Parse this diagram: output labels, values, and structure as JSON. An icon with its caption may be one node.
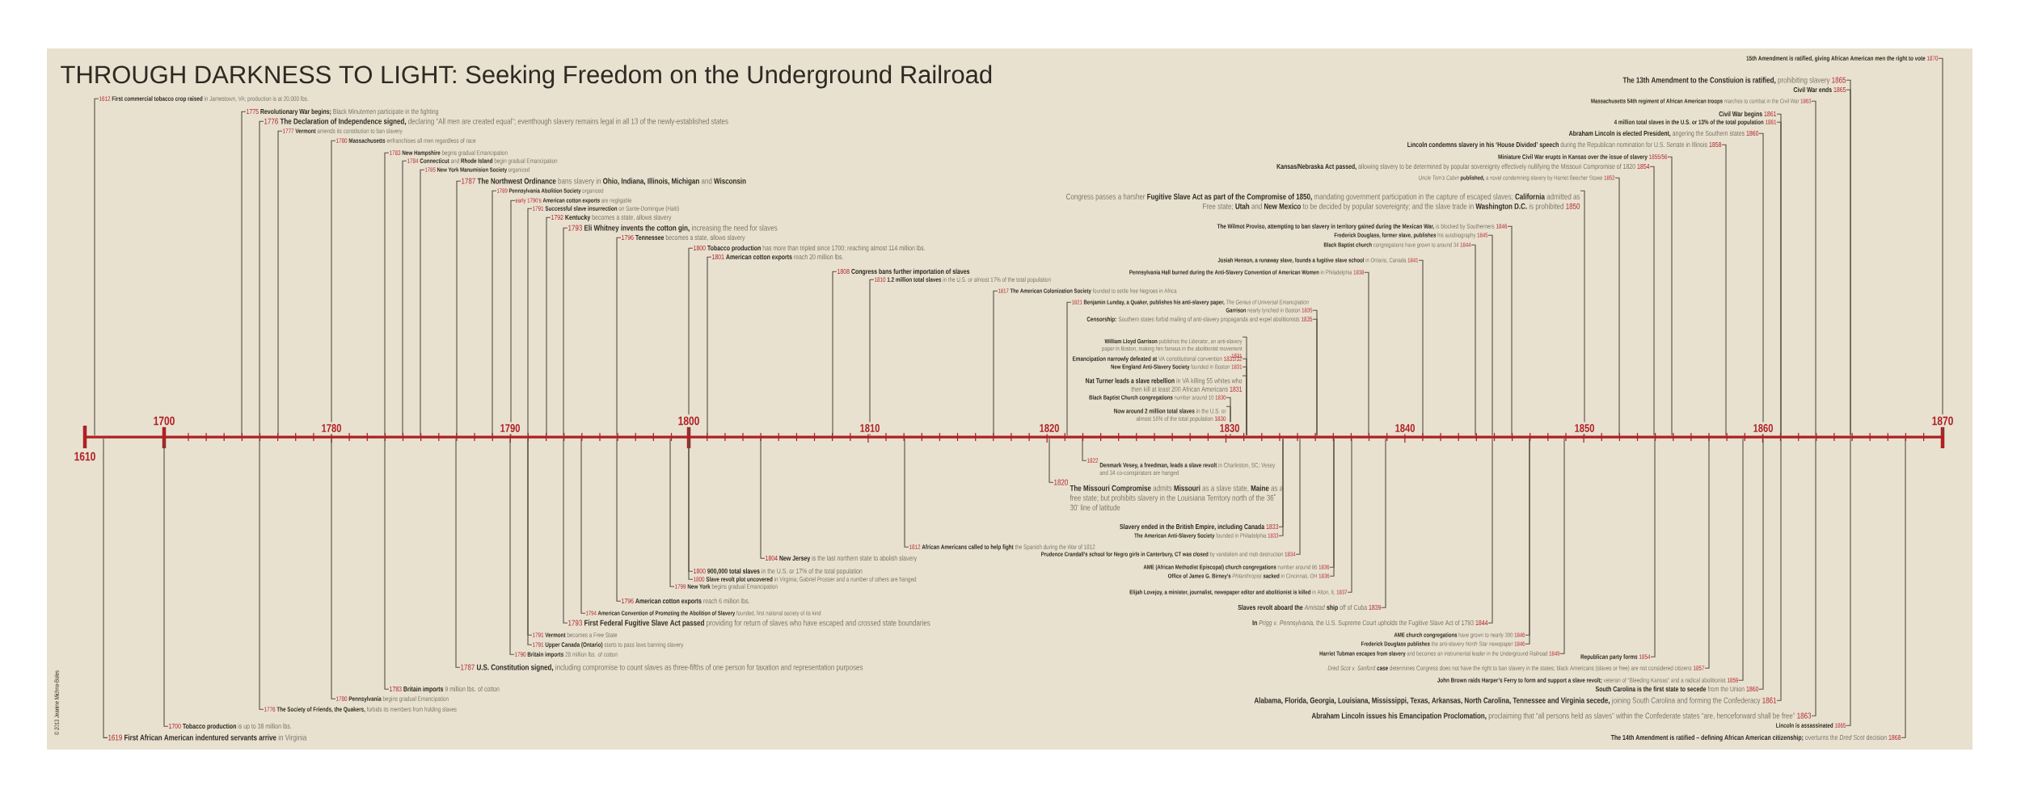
{
  "diagram": {
    "title": "THROUGH DARKNESS TO LIGHT: Seeking Freedom on the Underground Railroad",
    "nodes": [
      {
        "text": [
          "1612",
          "**First commercial tobacco crop raised** in Jamestown, VA; production is at 20,000 lbs."
        ]
      },
      {
        "text": [
          "1775",
          "**Revolutionary War begins;** Black Minutemen participate in the fighting"
        ]
      },
      {
        "text": [
          "1776",
          "**The Declaration of Independence signed,** declaring “All men are created equal”; eventhough slavery remains legal in all 13 of the newly-established states"
        ]
      },
      {
        "text": [
          "1777",
          "**Vermont** amends its constitution to ban slavery"
        ]
      },
      {
        "text": [
          "1780",
          "**Massachusetts** enfranchises all men regardless of race"
        ]
      },
      {
        "text": [
          "1783",
          "**New Hampshire** begins gradual Emancipation"
        ]
      },
      {
        "text": [
          "1784",
          "**Connecticut** and **Rhode Island** begin gradual Emancipation"
        ]
      },
      {
        "text": [
          "1785",
          "**New York Manumision Society** organized"
        ]
      },
      {
        "text": [
          "1787",
          "**The Northwest Ordinance** bans slavery in **Ohio, Indiana, Illinois, Michigan** and **Wisconsin**"
        ]
      },
      {
        "text": [
          "1789",
          "**Pennsylvania Abolition Society** organized"
        ]
      },
      {
        "text": [
          "early 1790’s",
          "**American cotton exports** are negligable"
        ]
      },
      {
        "text": [
          "1791",
          "**Successful slave insurrection** on Sante-Domingue (Haiti)"
        ]
      },
      {
        "text": [
          "1792",
          "**Kentucky** becomes a state, allows slavery"
        ]
      },
      {
        "text": [
          "1793",
          "**Eli Whitney invents the cotton gin,** increasing the need for slaves"
        ]
      },
      {
        "text": [
          "1796",
          "**Tennessee** becomes a state, allows slavery"
        ]
      },
      {
        "text": [
          "1800",
          "**Tobacco production** has more than tripled since 1700; reaching almost 114 million lbs."
        ]
      },
      {
        "text": [
          "1801",
          "**American cotton exports** reach 20 million lbs."
        ]
      },
      {
        "text": [
          "1808",
          "**Congress bans further importation of slaves**"
        ]
      },
      {
        "text": [
          "1810",
          "**1.2 million total slaves** in the U.S. or almost 17% of the total population"
        ]
      },
      {
        "text": [
          "1817",
          "**The American Colonization Society** founded to settle free Negroes in Africa"
        ]
      },
      {
        "text": [
          "1821",
          "**Benjamin Lunday, a Quaker, publishes his anti-slavery paper,** *The Genius of Universal Emancipation*"
        ]
      },
      {
        "text": [
          "15th Amendment is ratified, giving African American men the right to vote",
          "1870"
        ]
      },
      {
        "text": [
          "**The 13th Amendment to the Constiuion is ratified,** prohibiting slavery",
          "1865"
        ]
      },
      {
        "text": [
          "Civil War ends",
          "1865"
        ]
      },
      {
        "text": [
          "**Massachusetts 54th regiment of African American troops** marches to combat in the Civil War",
          "1863"
        ]
      },
      {
        "text": [
          "Civil War begins",
          "1861"
        ]
      },
      {
        "text": [
          "4 million total slaves in the U.S. or 13% of the total population",
          "1861"
        ]
      },
      {
        "text": [
          "**Abraham Lincoln is elected President,** angering the Southern states",
          "1860"
        ]
      },
      {
        "text": [
          "**Lincoln condemns slavery in his ‘House Divided’ speech** during the Republican nomination for U.S. Senate in Illinois",
          "1858"
        ]
      },
      {
        "text": [
          "Miniature Civil War erupts in Kansas over the issue of slavery",
          "1855/56"
        ]
      },
      {
        "text": [
          "**Kansas/Nebraska Act passed,** allowing slavery to be determined by popular sovereignty effectively nullifying the Missouri Compromise of 1820",
          "1854"
        ]
      },
      {
        "text": [
          "*Uncle Tom’s Cabin* **published,** a novel condemning slavery by Harriet Beecher Stowe",
          "1852"
        ]
      },
      {
        "text": [
          "Congress passes a harsher **Fugitive Slave Act as part of the Compromise of 1850,** mandating government participation in the capture of escaped slaves; **California** admitted as Free state; **Utah** and **New Mexico** to be decided by popular sovereignty; and the slave trade in **Washington D.C.** is prohibited",
          "1850"
        ]
      },
      {
        "text": [
          "**The Wilmot Proviso, attempting to ban slavery in territory gained during the Mexican War,** is blocked by Southerners",
          "1846"
        ]
      },
      {
        "text": [
          "**Frederick Douglass, former slave, publishes** his autobiography",
          "1845"
        ]
      },
      {
        "text": [
          "**Black Baptist church** congregations have grown to around 34",
          "1844"
        ]
      },
      {
        "text": [
          "**Josiah Henson, a runaway slave, founds a fugitive slave school** in Ontario, Canada",
          "1841"
        ]
      },
      {
        "text": [
          "**Pennsylvania Hall burned during the Anti-Slavery Convention of American Women** in Philadelphia",
          "1838"
        ]
      },
      {
        "text": [
          "**Garrison** nearly lynched in Boston",
          "1835"
        ]
      },
      {
        "text": [
          "**Censorship:** Southern states forbid mailing of anti-slavery propaganda and expel abolitionists",
          "1835"
        ]
      },
      {
        "text": [
          "**William Lloyd Garrison** publishes the *Liberator*, an anti-slavery paper in Boston, making him famous in the abolitionist movement",
          "1831"
        ]
      },
      {
        "text": [
          "**Emancipation narrowly defeated at** VA constitutional convention",
          "1831/32"
        ]
      },
      {
        "text": [
          "**New England Anti-Slavery Society** founded in Boston",
          "1831"
        ]
      },
      {
        "text": [
          "**Nat Turner leads a slave rebellion** in VA killing 55 whites who then kill at least 200 African Americans",
          "1831"
        ]
      },
      {
        "text": [
          "**Black Baptist Church congregations** number around 10",
          "1830"
        ]
      },
      {
        "text": [
          "**Now around 2 million total slaves** in the U.S. or almost 16% of the total population",
          "1830"
        ]
      },
      {
        "text": [
          "1822",
          "**Denmark Vesey, a freedman, leads a slave revolt** in Charleston, SC; Vesey and 34 co-conspirators are hanged"
        ]
      },
      {
        "text": [
          "1820",
          "**The Missouri Compromise** admits **Missouri** as a slave state, **Maine** as a free state; but prohibits slavery in the Louisiana Territory north of the 36˚ 30’ line of latitude"
        ]
      },
      {
        "text": [
          "Slavery ended in the British Empire, including Canada",
          "1833"
        ]
      },
      {
        "text": [
          "**The American Anti-Slavery Society** founded in Philadelphia",
          "1833"
        ]
      },
      {
        "text": [
          "1812",
          "**African Americans called to help fight** the Spanish during the War of 1812"
        ]
      },
      {
        "text": [
          "**Prudence Crandall’s school for Negro girls in Canterbury, CT was closed** by vandalism and mob destruction",
          "1834"
        ]
      },
      {
        "text": [
          "1804",
          "**New Jersey** is the last northern state to abolish slavery"
        ]
      },
      {
        "text": [
          "**AME (African Methodist Episcopal) church congregations** number around 86",
          "1836"
        ]
      },
      {
        "text": [
          "1800",
          "**900,000 total slaves** in the U.S. or 17% of the total population"
        ]
      },
      {
        "text": [
          "**Office of James G. Birney’s** *Philanthropist* **sacked** in Cincinnati, OH",
          "1836"
        ]
      },
      {
        "text": [
          "1800",
          "**Slave revolt plot uncovered** in Virginia; Gabriel Prosser and a number of others are hanged"
        ]
      },
      {
        "text": [
          "1799",
          "**New York** begins gradual Emancipation"
        ]
      },
      {
        "text": [
          "**Elijah Lovejoy, a minister, journalist, newspaper editor and abolitionist is killed** in Alton, IL",
          "1837"
        ]
      },
      {
        "text": [
          "1796",
          "**American cotton exports** reach 6 million lbs."
        ]
      },
      {
        "text": [
          "**Slaves revolt aboard the** *Amistad* **ship** off of Cuba",
          "1839"
        ]
      },
      {
        "text": [
          "1794",
          "**American Convention of Promoting the Abolition of Slavery** founded, first national society of its kind"
        ]
      },
      {
        "text": [
          "1793",
          "**First Federal Fugitive Slave Act passed** providing for return of slaves who have escaped and crossed state boundaries"
        ]
      },
      {
        "text": [
          "**In** *Prigg v. Pennsylvania,* the U.S. Supreme Court upholds the Fugitive Slave Act of 1793",
          "1844"
        ]
      },
      {
        "text": [
          "1791",
          "**Vermont** becomes a Free State"
        ]
      },
      {
        "text": [
          "**AME church congregations** have grown to nearly 300",
          "1846"
        ]
      },
      {
        "text": [
          "1791",
          "**Upper Canada (Ontario)** starts to pass laws banning slavery"
        ]
      },
      {
        "text": [
          "**Frederick Douglass publishes** the anti-slavery *North Star* newspaper",
          "1846"
        ]
      },
      {
        "text": [
          "1790",
          "**Britain imports** 28 million lbs. of cotton"
        ]
      },
      {
        "text": [
          "**Harriet Tubman escapes from slavery** and becomes an instrumental leader in the Underground Railroad",
          "1849"
        ]
      },
      {
        "text": [
          "Republican party forms",
          "1854"
        ]
      },
      {
        "text": [
          "1787",
          "**U.S. Constitution signed,** including compromise to count slaves as three-fifths of one person for taxation and representation purposes"
        ]
      },
      {
        "text": [
          "*Dred Scot v. Sanford* **case** determines Congress does not have the right to ban slavery in the states; black Americans (slaves or free) are not considered citizens",
          "1857"
        ]
      },
      {
        "text": [
          "**John Brown raids Harper’s Ferry to form and support a slave revolt;** veteran of “Bleeding Kansas” and a radical abolitionist",
          "1859"
        ]
      },
      {
        "text": [
          "1783",
          "**Britain imports** 9 million lbs. of cotton"
        ]
      },
      {
        "text": [
          "**South Carolina is the first state to secede** from the Union",
          "1860"
        ]
      },
      {
        "text": [
          "1780",
          "**Pennsylvania** begins gradual Emancipation"
        ]
      },
      {
        "text": [
          "**Alabama, Florida, Georgia, Louisiana, Mississippi, Texas, Arkansas, North Carolina, Tennessee and Virginia secede,** joining South Carolina and forming the Confederacy",
          "1861"
        ]
      },
      {
        "text": [
          "1776",
          "**The Society of Friends, the Quakers,** forbids its members from holding slaves"
        ]
      },
      {
        "text": [
          "**Abraham Lincoln issues his Emancipation Proclomation,** proclaiming that “all persons held as slaves” within the Confederate states “are, henceforward shall be free”",
          "1863"
        ]
      },
      {
        "text": [
          "1700",
          "**Tobacco production** is up to 38 million lbs."
        ]
      },
      {
        "text": [
          "Lincoln is assassinated",
          "1865"
        ]
      },
      {
        "text": [
          "1619",
          "**First African American indentured servants arrive** in Virginia"
        ]
      },
      {
        "text": [
          "**The 14th Amendment is ratified – defining African American citizenship;** overturns the *Dred Scot* decision",
          "1868"
        ]
      },
      {
        "text": [],
        "shape": "bar"
      }
    ],
    "edges": [
      {
        "from": 0,
        "to": 84,
        "arrow": "none"
      },
      {
        "from": 1,
        "to": 84,
        "arrow": "none"
      },
      {
        "from": 2,
        "to": 84,
        "arrow": "none"
      },
      {
        "from": 3,
        "to": 84,
        "arrow": "none"
      },
      {
        "from": 4,
        "to": 84,
        "arrow": "none"
      },
      {
        "from": 5,
        "to": 84,
        "arrow": "none"
      },
      {
        "from": 6,
        "to": 84,
        "arrow": "none"
      },
      {
        "from": 7,
        "to": 84,
        "arrow": "none"
      },
      {
        "from": 8,
        "to": 84,
        "arrow": "none"
      },
      {
        "from": 9,
        "to": 84,
        "arrow": "none"
      },
      {
        "from": 10,
        "to": 84,
        "arrow": "none"
      },
      {
        "from": 11,
        "to": 84,
        "arrow": "none"
      },
      {
        "from": 12,
        "to": 84,
        "arrow": "none"
      },
      {
        "from": 13,
        "to": 84,
        "arrow": "none"
      },
      {
        "from": 14,
        "to": 84,
        "arrow": "none"
      },
      {
        "from": 15,
        "to": 84,
        "arrow": "none"
      },
      {
        "from": 16,
        "to": 84,
        "arrow": "none"
      },
      {
        "from": 17,
        "to": 84,
        "arrow": "none"
      },
      {
        "from": 18,
        "to": 84,
        "arrow": "none"
      },
      {
        "from": 19,
        "to": 84,
        "arrow": "none"
      },
      {
        "from": 20,
        "to": 84,
        "arrow": "none"
      },
      {
        "from": 21,
        "to": 84,
        "arrow": "none"
      },
      {
        "from": 22,
        "to": 84,
        "arrow": "none"
      },
      {
        "from": 23,
        "to": 84,
        "arrow": "none"
      },
      {
        "from": 24,
        "to": 84,
        "arrow": "none"
      },
      {
        "from": 25,
        "to": 84,
        "arrow": "none"
      },
      {
        "from": 26,
        "to": 84,
        "arrow": "none"
      },
      {
        "from": 27,
        "to": 84,
        "arrow": "none"
      },
      {
        "from": 28,
        "to": 84,
        "arrow": "none"
      },
      {
        "from": 29,
        "to": 84,
        "arrow": "none"
      },
      {
        "from": 30,
        "to": 84,
        "arrow": "none"
      },
      {
        "from": 31,
        "to": 84,
        "arrow": "none"
      },
      {
        "from": 32,
        "to": 84,
        "arrow": "none"
      },
      {
        "from": 33,
        "to": 84,
        "arrow": "none"
      },
      {
        "from": 34,
        "to": 84,
        "arrow": "none"
      },
      {
        "from": 35,
        "to": 84,
        "arrow": "none"
      },
      {
        "from": 36,
        "to": 84,
        "arrow": "none"
      },
      {
        "from": 37,
        "to": 84,
        "arrow": "none"
      },
      {
        "from": 38,
        "to": 84,
        "arrow": "none"
      },
      {
        "from": 39,
        "to": 84,
        "arrow": "none"
      },
      {
        "from": 40,
        "to": 84,
        "arrow": "none"
      },
      {
        "from": 41,
        "to": 84,
        "arrow": "none"
      },
      {
        "from": 42,
        "to": 84,
        "arrow": "none"
      },
      {
        "from": 43,
        "to": 84,
        "arrow": "none"
      },
      {
        "from": 44,
        "to": 84,
        "arrow": "none"
      },
      {
        "from": 45,
        "to": 84,
        "arrow": "none"
      },
      {
        "from": 46,
        "to": 84,
        "arrow": "none"
      },
      {
        "from": 47,
        "to": 84,
        "arrow": "none"
      },
      {
        "from": 48,
        "to": 84,
        "arrow": "none"
      },
      {
        "from": 49,
        "to": 84,
        "arrow": "none"
      },
      {
        "from": 50,
        "to": 84,
        "arrow": "none"
      },
      {
        "from": 51,
        "to": 84,
        "arrow": "none"
      },
      {
        "from": 52,
        "to": 84,
        "arrow": "none"
      },
      {
        "from": 53,
        "to": 84,
        "arrow": "none"
      },
      {
        "from": 54,
        "to": 84,
        "arrow": "none"
      },
      {
        "from": 55,
        "to": 84,
        "arrow": "none"
      },
      {
        "from": 56,
        "to": 84,
        "arrow": "none"
      },
      {
        "from": 57,
        "to": 84,
        "arrow": "none"
      },
      {
        "from": 58,
        "to": 84,
        "arrow": "none"
      },
      {
        "from": 59,
        "to": 84,
        "arrow": "none"
      },
      {
        "from": 60,
        "to": 84,
        "arrow": "none"
      },
      {
        "from": 61,
        "to": 84,
        "arrow": "none"
      },
      {
        "from": 62,
        "to": 84,
        "arrow": "none"
      },
      {
        "from": 63,
        "to": 84,
        "arrow": "none"
      },
      {
        "from": 64,
        "to": 84,
        "arrow": "none"
      },
      {
        "from": 65,
        "to": 84,
        "arrow": "none"
      },
      {
        "from": 66,
        "to": 84,
        "arrow": "none"
      },
      {
        "from": 67,
        "to": 84,
        "arrow": "none"
      },
      {
        "from": 68,
        "to": 84,
        "arrow": "none"
      },
      {
        "from": 69,
        "to": 84,
        "arrow": "none"
      },
      {
        "from": 70,
        "to": 84,
        "arrow": "none"
      },
      {
        "from": 71,
        "to": 84,
        "arrow": "none"
      },
      {
        "from": 72,
        "to": 84,
        "arrow": "none"
      },
      {
        "from": 73,
        "to": 84,
        "arrow": "none"
      },
      {
        "from": 74,
        "to": 84,
        "arrow": "none"
      },
      {
        "from": 75,
        "to": 84,
        "arrow": "none"
      },
      {
        "from": 76,
        "to": 84,
        "arrow": "none"
      },
      {
        "from": 77,
        "to": 84,
        "arrow": "none"
      },
      {
        "from": 78,
        "to": 84,
        "arrow": "none"
      },
      {
        "from": 79,
        "to": 84,
        "arrow": "none"
      },
      {
        "from": 80,
        "to": 84,
        "arrow": "none"
      },
      {
        "from": 81,
        "to": 84,
        "arrow": "none"
      },
      {
        "from": 82,
        "to": 84,
        "arrow": "none"
      },
      {
        "from": 83,
        "to": 84,
        "arrow": "none"
      }
    ],
    "labels": [
      "1700",
      "1780",
      "1790",
      "1800",
      "1810",
      "1820",
      "1830",
      "1840",
      "1850",
      "1860",
      "1870",
      "1610",
      "© 2013 Jeanine Michna-Boles"
    ]
  }
}
